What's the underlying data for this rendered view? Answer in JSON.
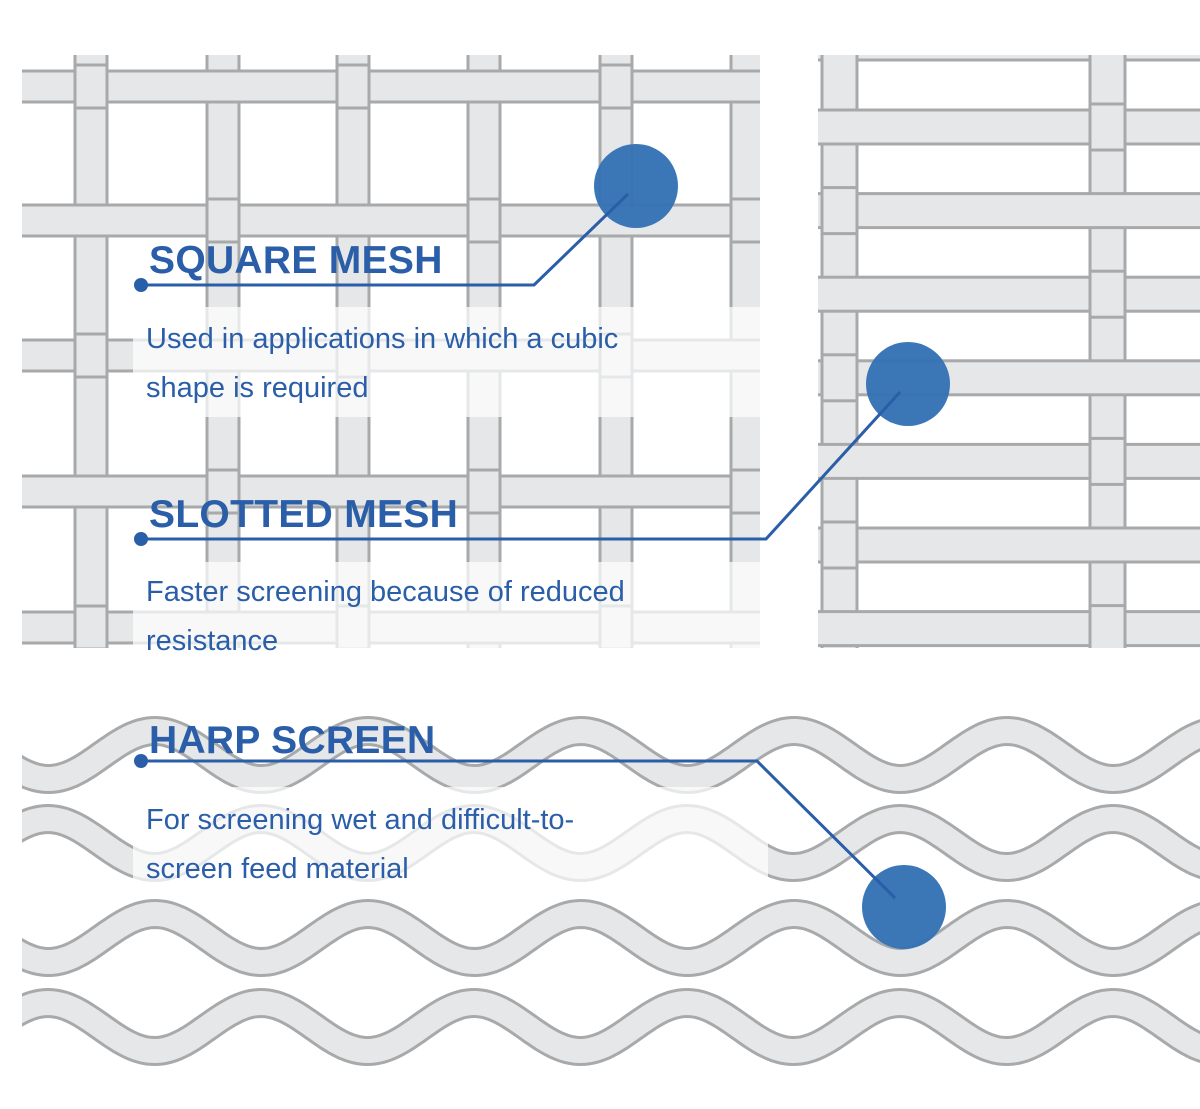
{
  "colors": {
    "accent": "#2a5ea8",
    "marker": "#3573b4",
    "wire_fill": "#e6e7e8",
    "wire_edge": "#a7a9ab",
    "background": "#ffffff"
  },
  "sections": [
    {
      "id": "square-mesh",
      "title": "SQUARE MESH",
      "description_lines": [
        "Used in applications in which a cubic",
        "shape is required"
      ],
      "pattern": "square-mesh-weave",
      "icon": "circle-marker"
    },
    {
      "id": "slotted-mesh",
      "title": "SLOTTED MESH",
      "description_lines": [
        "Faster screening because of reduced",
        "resistance"
      ],
      "pattern": "slotted-mesh-weave",
      "icon": "circle-marker"
    },
    {
      "id": "harp-screen",
      "title": "HARP SCREEN",
      "description_lines": [
        "For screening wet and difficult-to-",
        "screen feed material"
      ],
      "pattern": "harp-screen-wave-wires",
      "icon": "circle-marker"
    }
  ]
}
